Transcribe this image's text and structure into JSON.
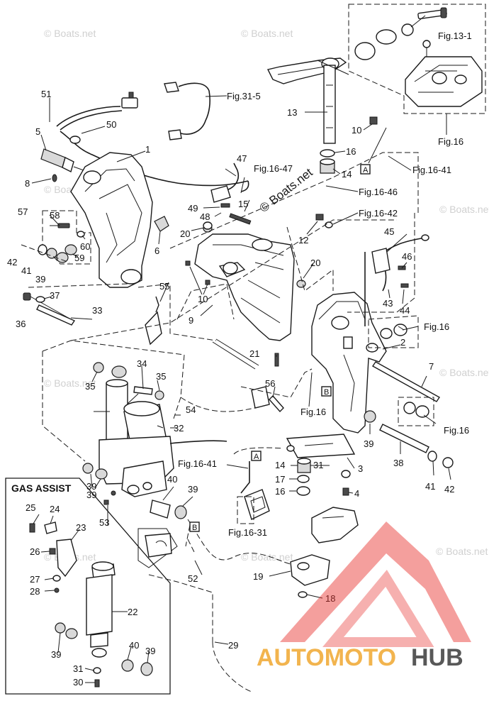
{
  "watermark": "© Boats.net",
  "watermark_center": "© Boats.net",
  "inset_title": "GAS ASSIST",
  "logo": {
    "part1": "AUTOMOTO",
    "part2": "HUB",
    "color_accent": "#e8322e",
    "color_dark": "#3b3b3b",
    "color_orange": "#f0a830"
  },
  "refs": {
    "fig13_1": "Fig.13-1",
    "fig16_top": "Fig.16",
    "fig31_5": "Fig.31-5",
    "fig16_41a": "Fig.16-41",
    "fig16_47": "Fig.16-47",
    "fig16_46": "Fig.16-46",
    "fig16_42": "Fig.16-42",
    "fig16_r1": "Fig.16",
    "fig16_b": "Fig.16",
    "fig16_r2": "Fig.16",
    "fig16_41b": "Fig.16-41",
    "fig16_31": "Fig.16-31"
  },
  "boxes": {
    "a1": "A",
    "a2": "A",
    "b1": "B",
    "b2": "B"
  },
  "labels": {
    "n1": "1",
    "n2": "2",
    "n3": "3",
    "n4": "4",
    "n5": "5",
    "n6": "6",
    "n7": "7",
    "n8": "8",
    "n9": "9",
    "n10a": "10",
    "n10b": "10",
    "n12": "12",
    "n13": "13",
    "n14a": "14",
    "n14b": "14",
    "n15": "15",
    "n16a": "16",
    "n16b": "16",
    "n17": "17",
    "n18": "18",
    "n19": "19",
    "n20a": "20",
    "n20b": "20",
    "n21": "21",
    "n22": "22",
    "n23": "23",
    "n24": "24",
    "n25": "25",
    "n26": "26",
    "n27": "27",
    "n28": "28",
    "n29": "29",
    "n30": "30",
    "n31a": "31",
    "n31b": "31",
    "n32": "32",
    "n33": "33",
    "n34": "34",
    "n35a": "35",
    "n35b": "35",
    "n36": "36",
    "n37": "37",
    "n38": "38",
    "n39a": "39",
    "n39b": "39",
    "n39c": "39",
    "n39d": "39",
    "n39e": "39",
    "n39f": "39",
    "n40a": "40",
    "n40b": "40",
    "n41a": "41",
    "n41b": "41",
    "n42a": "42",
    "n42b": "42",
    "n43": "43",
    "n44": "44",
    "n45": "45",
    "n46": "46",
    "n47": "47",
    "n48": "48",
    "n49": "49",
    "n50": "50",
    "n51": "51",
    "n52": "52",
    "n53": "53",
    "n54": "54",
    "n55": "55",
    "n56": "56",
    "n57": "57",
    "n58": "58",
    "n59": "59",
    "n60": "60"
  }
}
